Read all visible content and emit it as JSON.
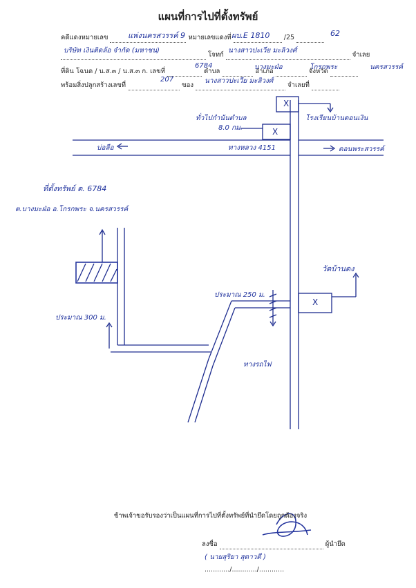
{
  "title": "แผนที่การไปที่ตั้งทรัพย์",
  "header_labels": {
    "case_label": "คดีแดงหมายเลข",
    "owner_label": "หมายเลขแดงที่",
    "year_label": "/25",
    "district_label": "จำเลย",
    "plaintiff_label": "โจทก์",
    "land_label": "ที่ดิน โฉนด / น.ส.๓ / น.ส.๓ ก. เลขที่",
    "subdistrict_label": "ตำบล",
    "amphoe_label": "อำเภอ",
    "province_label": "จังหวัด",
    "building_label": "พร้อมสิ่งปลูกสร้างเลขที่",
    "building_of_label": "ของ",
    "defendant_label": "จำเลยที่"
  },
  "header_values": {
    "court": "แพ่งนครสวรรค์ 9",
    "case_no": "ผบ.E 1810",
    "year": "62",
    "plaintiff": "บริษัท เงินติดล้อ จำกัด (มหาชน)",
    "defendant": "นางสาวปะเวีย มะลิวงศ์",
    "deed_no": "6784",
    "subdistrict": "บางมะฝ่อ",
    "amphoe": "โกรกพระ",
    "province": "นครสวรรค์",
    "house_no": "207",
    "owner": "นางสาวปะเวีย มะลิวงศ์"
  },
  "map_labels": {
    "school": "โรงเรียนบ้านดอนเงิน",
    "village_head": "ทั่วไปกำนันตำบล",
    "distance_km": "8.0 กม.",
    "left_road": "บ่อลือ",
    "highway": "ทางหลวง 4151",
    "right_road": "ดอนพระสวรรค์",
    "plot_label": "ที่ตั้งทรัพย์ ต. 6784",
    "plot_location": "ต.บางมะฝ่อ อ.โกรกพระ จ.นครสวรรค์",
    "temple": "วัดบ้านดง",
    "distance_250": "ประมาณ 250 ม.",
    "distance_300": "ประมาณ 300 ม.",
    "powerline": "ทางรถไฟ",
    "x_mark": "X"
  },
  "footer": {
    "certify": "ข้าพเจ้าขอรับรองว่าเป็นแผนที่การไปที่ตั้งทรัพย์ที่นำยึดโดยถูกต้องจริง",
    "sign_label": "ลงชื่อ",
    "role": "ผู้นำยึด",
    "name": "( นายสุริยา สุดาวดี )",
    "date_dots": "............/............/............"
  },
  "colors": {
    "ink": "#1d2c8f",
    "text": "#222222"
  }
}
